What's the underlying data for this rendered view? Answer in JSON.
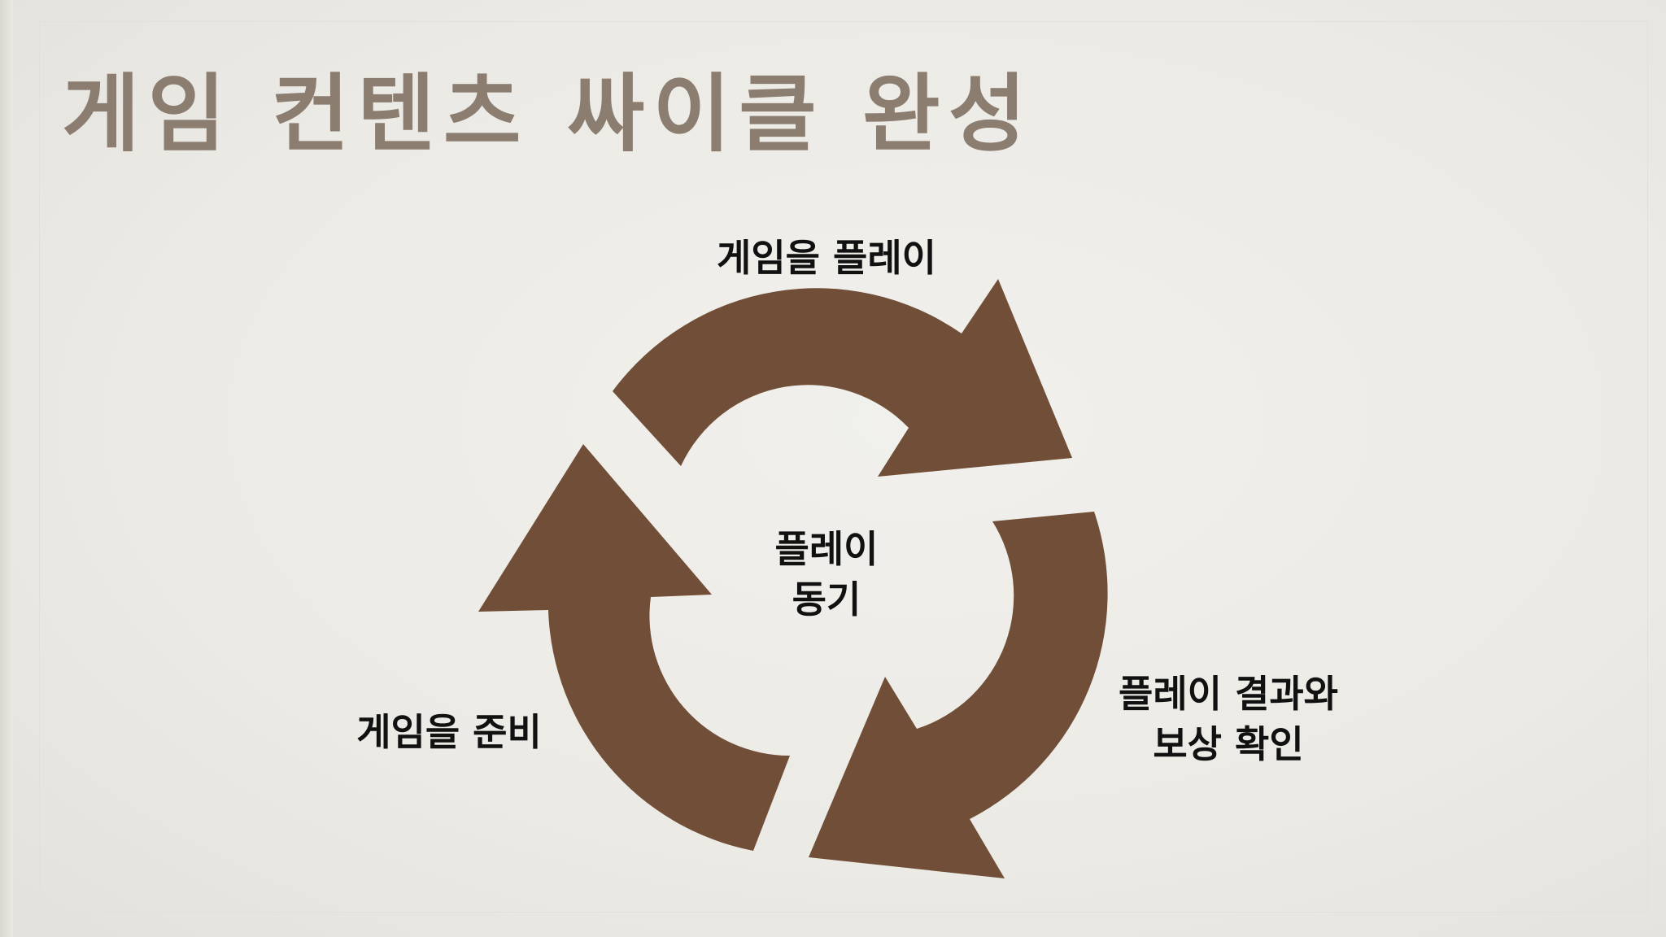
{
  "title": "게임 컨텐츠 싸이클 완성",
  "colors": {
    "title": "#8b7d70",
    "arrow": "#704e37",
    "label": "#111111",
    "background": "#eceae5"
  },
  "cycle": {
    "center": {
      "line1": "플레이",
      "line2": "동기"
    },
    "steps": [
      {
        "line1": "게임을 플레이",
        "line2": ""
      },
      {
        "line1": "플레이 결과와",
        "line2": "보상 확인"
      },
      {
        "line1": "게임을 준비",
        "line2": ""
      }
    ]
  }
}
